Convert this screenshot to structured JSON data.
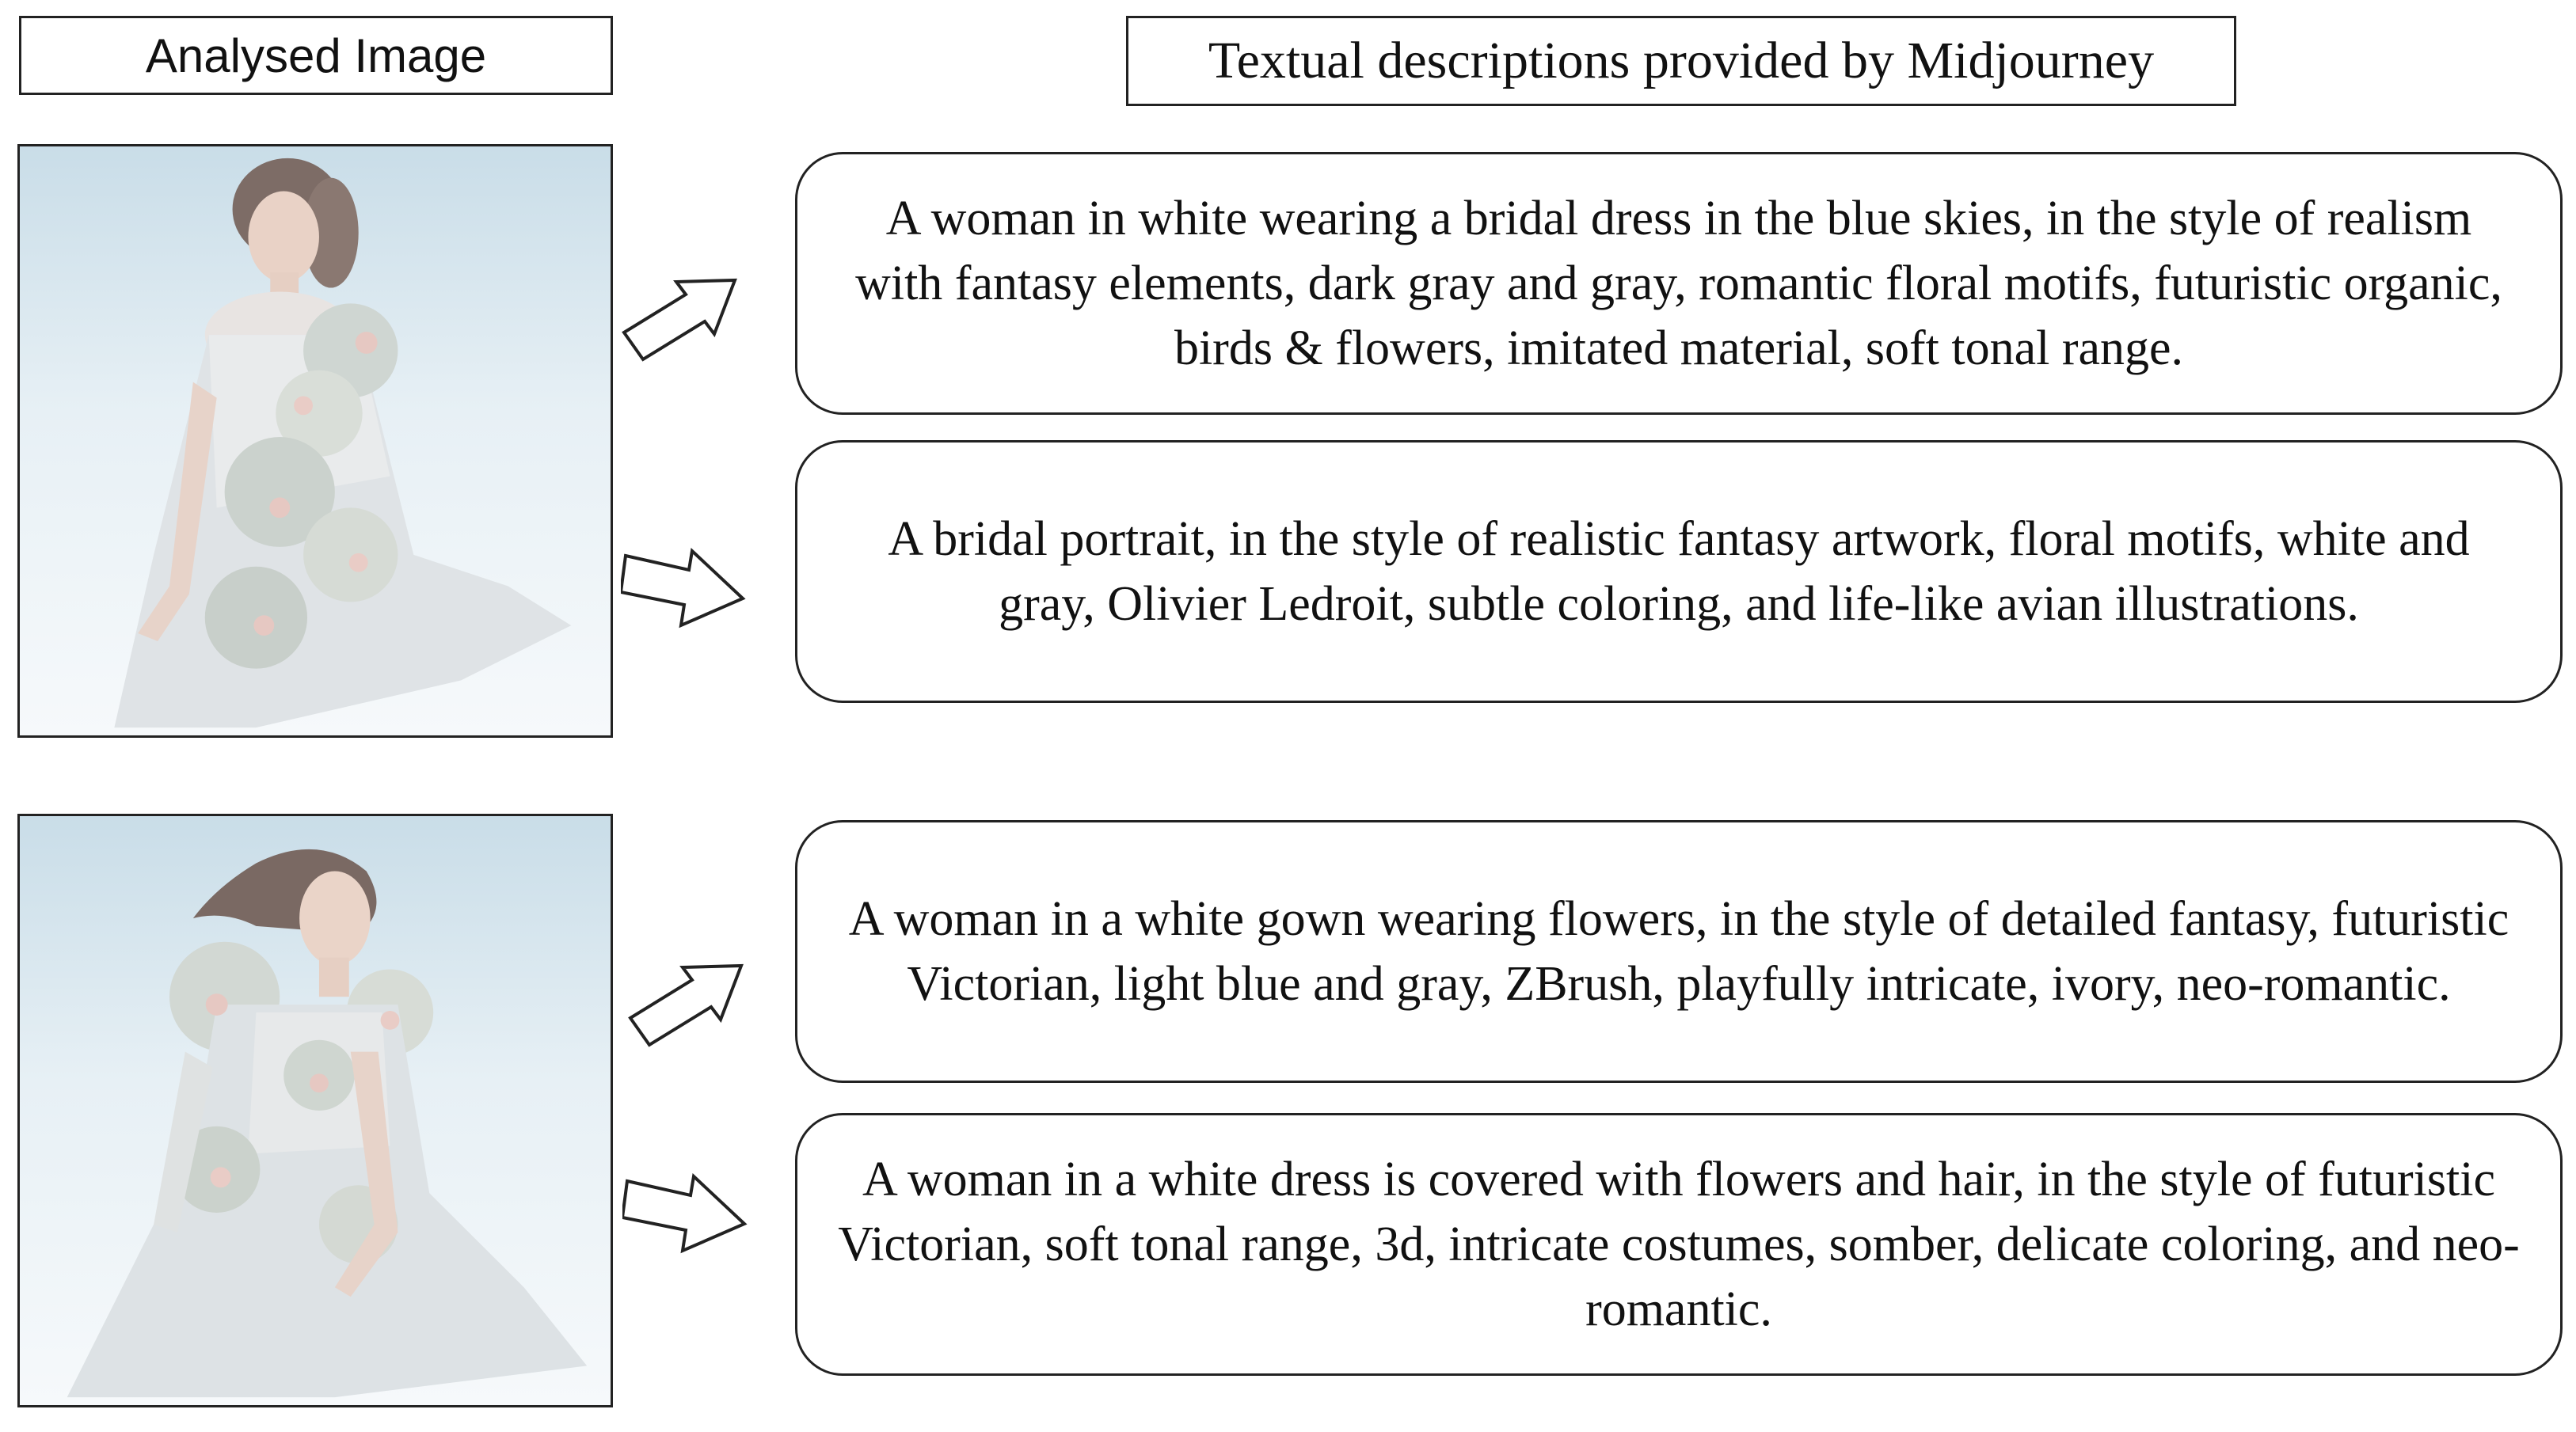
{
  "headers": {
    "analysed_image": "Analysed Image",
    "descriptions": "Textual descriptions provided by Midjourney"
  },
  "images": [
    {
      "icon": "bridal-portrait-image"
    },
    {
      "icon": "bridal-portrait-image"
    }
  ],
  "descriptions": [
    "A woman in white wearing a bridal dress in the blue skies, in the style of realism with fantasy elements, dark gray and gray, romantic floral motifs, futuristic organic, birds & flowers, imitated material, soft tonal range.",
    "A bridal portrait, in the style of realistic fantasy artwork, floral motifs, white and gray, Olivier Ledroit, subtle coloring, and life-like avian illustrations.",
    "A woman in a white gown wearing flowers, in the style of detailed fantasy, futuristic Victorian, light blue and gray, ZBrush, playfully intricate, ivory, neo-romantic.",
    "A woman in a white dress is covered with flowers and hair, in the style of futuristic Victorian, soft tonal range, 3d, intricate costumes, somber, delicate coloring, and neo-romantic."
  ],
  "colors": {
    "border": "#222222",
    "background": "#ffffff",
    "sky": "#c9dde8"
  }
}
